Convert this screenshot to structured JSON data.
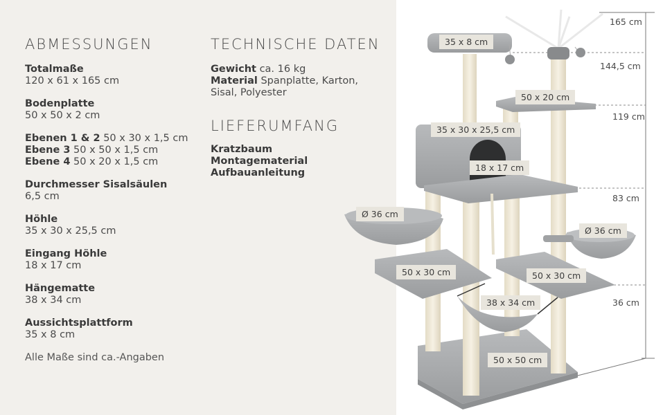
{
  "dimensions": {
    "heading": "ABMESSUNGEN",
    "items": [
      {
        "label": "Totalmaße",
        "value": "120 x 61 x 165 cm"
      },
      {
        "label": "Bodenplatte",
        "value": "50 x 50 x 2 cm"
      },
      {
        "label": "Ebenen 1 & 2",
        "value": "50 x 30 x 1,5 cm"
      },
      {
        "label": "Ebene 3",
        "value": "50 x 50 x 1,5 cm"
      },
      {
        "label": "Ebene 4",
        "value": "50 x 20 x 1,5 cm"
      },
      {
        "label": "Durchmesser Sisalsäulen",
        "value": "6,5 cm"
      },
      {
        "label": "Höhle",
        "value": "35 x 30 x 25,5 cm"
      },
      {
        "label": "Eingang Höhle",
        "value": "18 x 17 cm"
      },
      {
        "label": "Hängematte",
        "value": "38 x 34 cm"
      },
      {
        "label": "Aussichtsplattform",
        "value": "35 x 8 cm"
      }
    ],
    "note": "Alle Maße sind ca.-Angaben"
  },
  "technical": {
    "heading": "TECHNISCHE DATEN",
    "weight_label": "Gewicht",
    "weight_value": "ca. 16 kg",
    "material_label": "Material",
    "material_value": "Spanplatte, Karton,",
    "material_value2": "Sisal, Polyester"
  },
  "delivery": {
    "heading": "LIEFERUMFANG",
    "items": [
      "Kratzbaum",
      "Montagematerial",
      "Aufbauanleitung"
    ]
  },
  "product_labels": {
    "platform": "35 x 8 cm",
    "level4": "50 x 20 cm",
    "cave": "35 x 30 x 25,5 cm",
    "entrance": "18 x 17 cm",
    "bowl_left": "Ø 36 cm",
    "bowl_right": "Ø 36 cm",
    "level1": "50 x 30 cm",
    "level2": "50 x 30 cm",
    "hammock": "38 x 34 cm",
    "base": "50 x 50 cm"
  },
  "heights": [
    "165 cm",
    "144,5 cm",
    "119 cm",
    "83 cm",
    "36 cm"
  ],
  "colors": {
    "left_bg": "#f2f0ec",
    "tag_bg": "#e8e5dd",
    "plush": "#a9abad",
    "sisal": "#efe9d9"
  }
}
